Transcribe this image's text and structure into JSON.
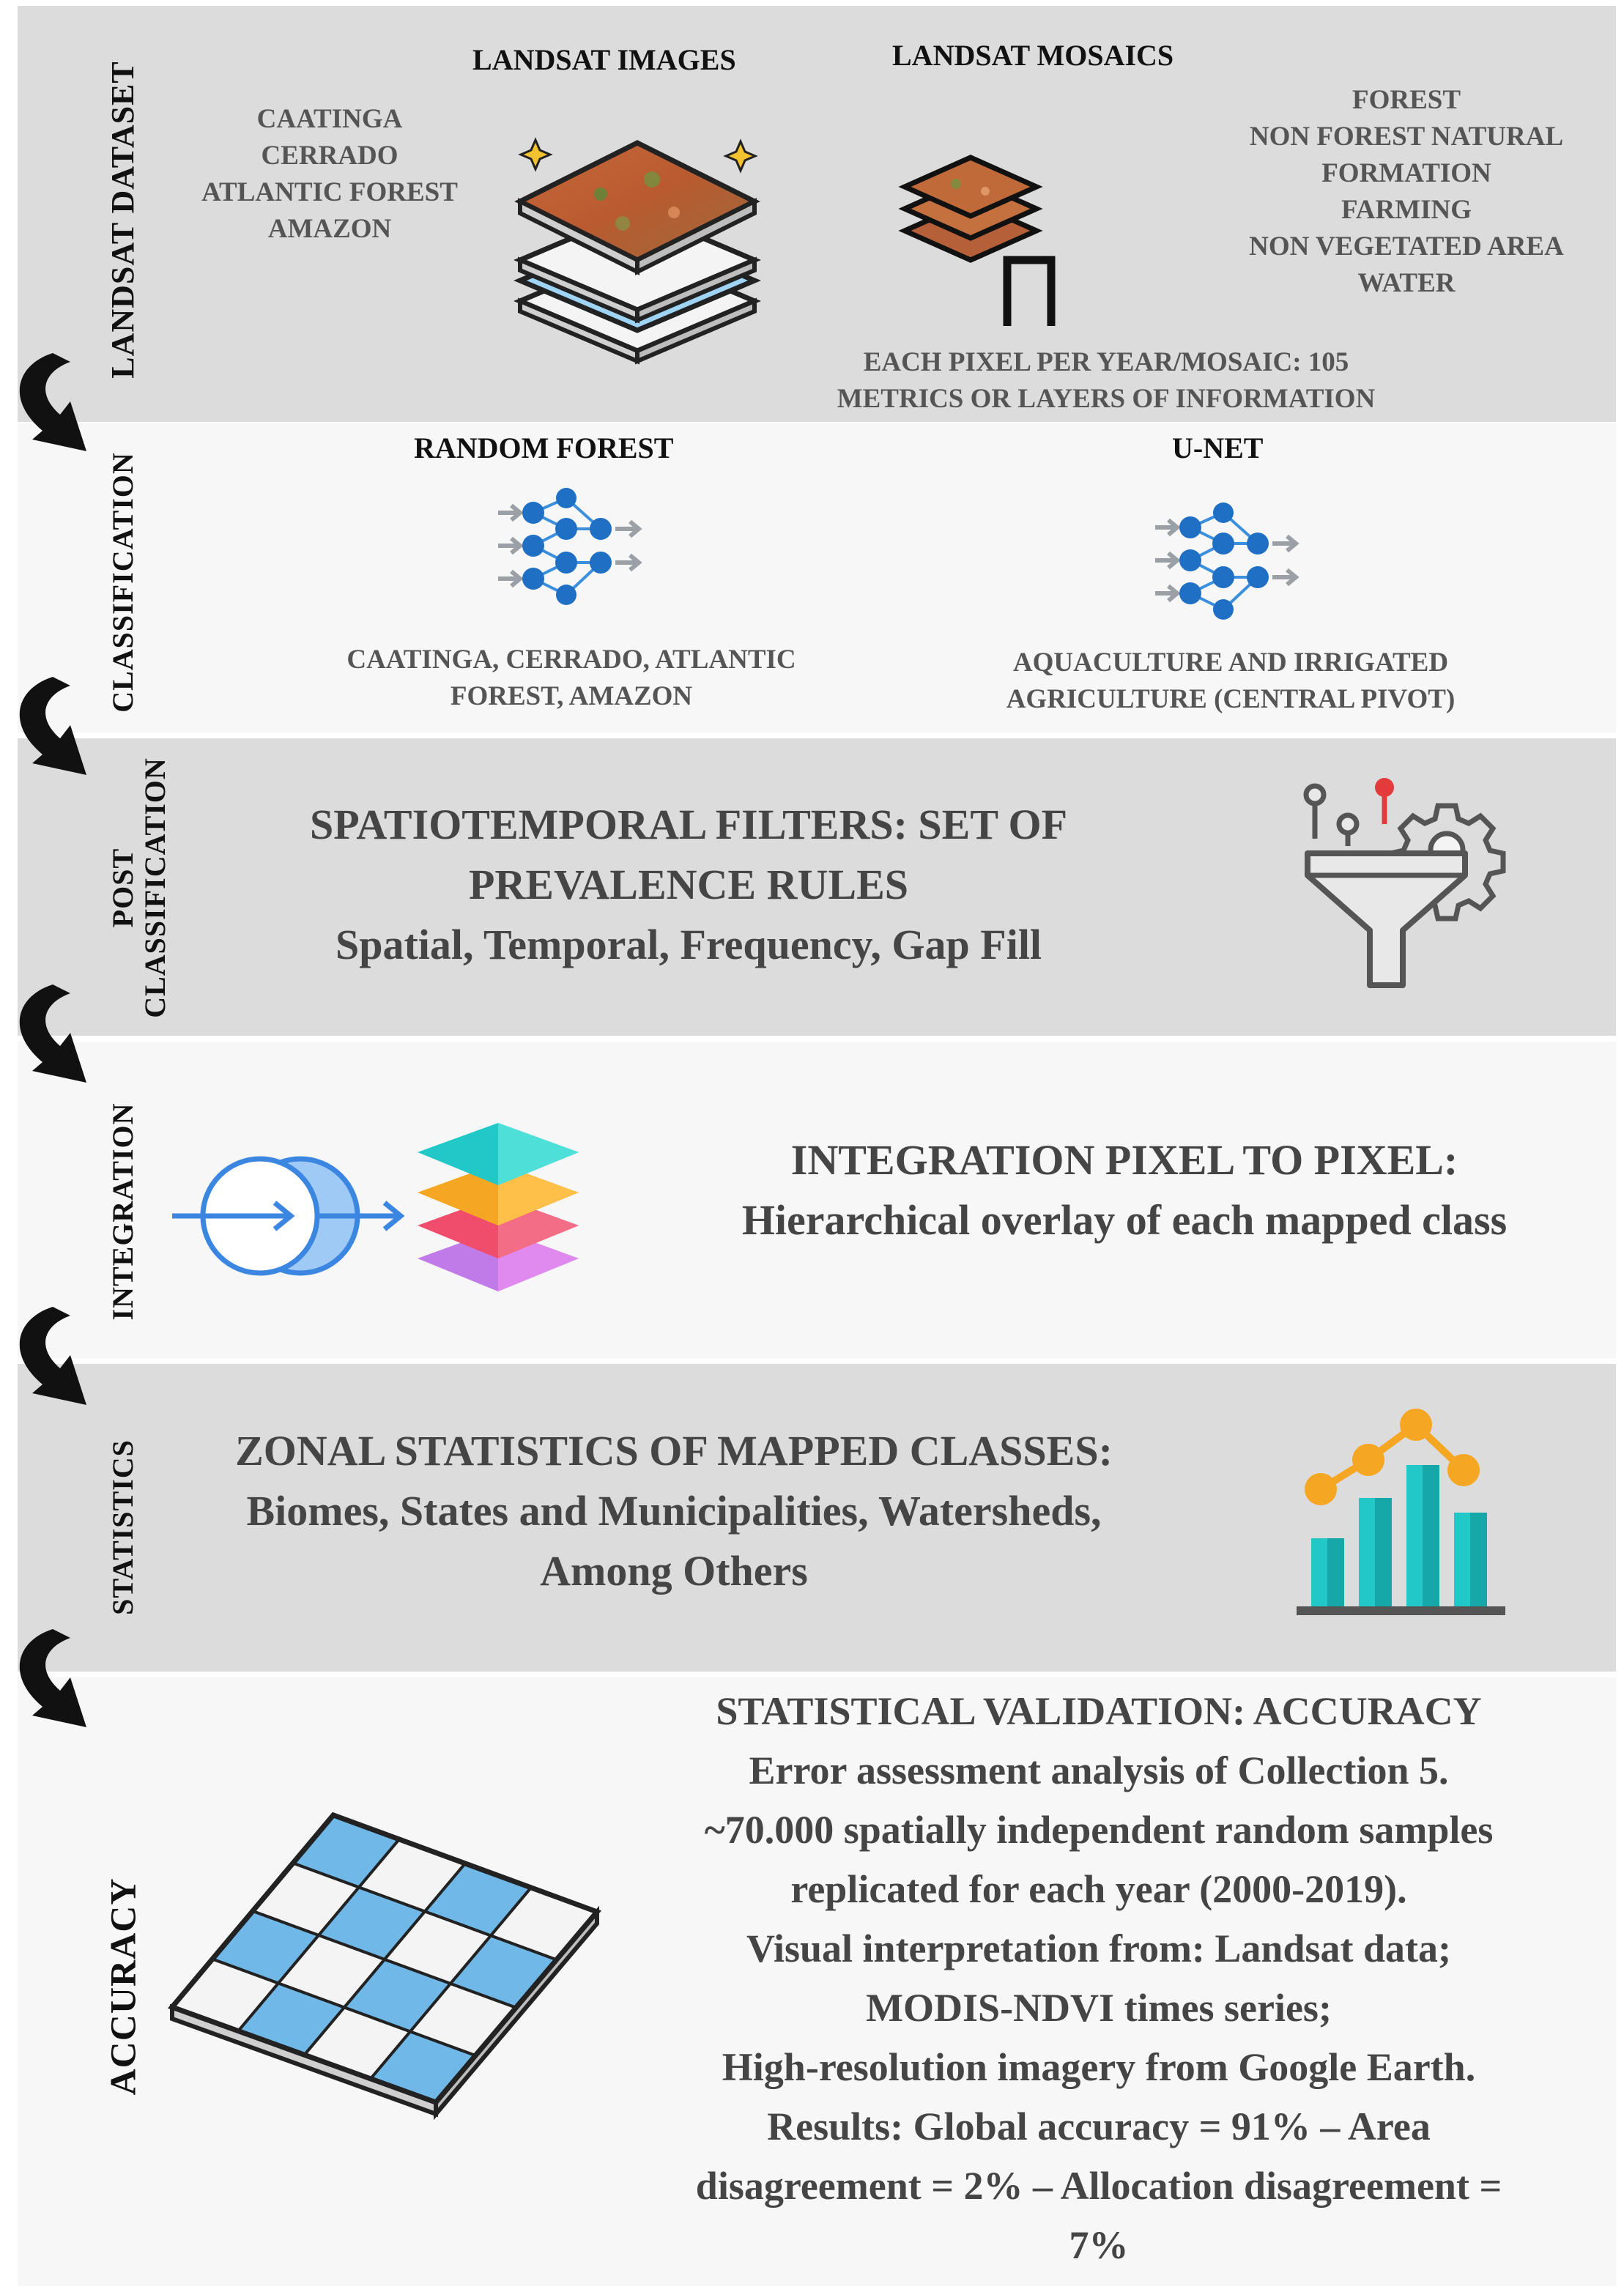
{
  "sections": {
    "landsat": {
      "label": "LANDSAT DATASET",
      "images_title": "LANDSAT IMAGES",
      "mosaics_title": "LANDSAT MOSAICS",
      "biomes": [
        "CAATINGA",
        "CERRADO",
        "ATLANTIC FOREST",
        "AMAZON"
      ],
      "classes": [
        "FOREST",
        "NON FOREST NATURAL",
        "FORMATION",
        "FARMING",
        "NON VEGETATED AREA",
        "WATER"
      ],
      "pixel_note": [
        "EACH PIXEL PER YEAR/MOSAIC: 105",
        "METRICS OR LAYERS OF INFORMATION"
      ]
    },
    "classification": {
      "label": "CLASSIFICATION",
      "rf_title": "RANDOM FOREST",
      "rf_desc": [
        "CAATINGA, CERRADO, ATLANTIC",
        "FOREST, AMAZON"
      ],
      "unet_title": "U-NET",
      "unet_desc": [
        "AQUACULTURE AND IRRIGATED",
        "AGRICULTURE (CENTRAL PIVOT)"
      ]
    },
    "post": {
      "label_1": "POST",
      "label_2": "CLASSIFICATION",
      "lines": [
        "SPATIOTEMPORAL FILTERS: SET OF",
        "PREVALENCE RULES",
        "Spatial, Temporal, Frequency, Gap Fill"
      ]
    },
    "integration": {
      "label": "INTEGRATION",
      "lines": [
        "INTEGRATION PIXEL TO PIXEL:",
        "Hierarchical overlay of each mapped class"
      ]
    },
    "statistics": {
      "label": "STATISTICS",
      "lines": [
        "ZONAL STATISTICS OF MAPPED CLASSES:",
        "Biomes, States and Municipalities, Watersheds,",
        "Among Others"
      ]
    },
    "accuracy": {
      "label": "ACCURACY",
      "lines": [
        "STATISTICAL VALIDATION: ACCURACY",
        "Error assessment analysis of Collection 5.",
        "~70.000 spatially independent random samples",
        "replicated for each year (2000-2019).",
        "Visual interpretation from: Landsat data;",
        "MODIS-NDVI times series;",
        "High-resolution imagery from Google Earth.",
        "Results: Global accuracy = 91% – Area",
        "disagreement = 2% – Allocation disagreement =",
        "7%"
      ]
    }
  },
  "colors": {
    "gray_band": "#dcdcdc",
    "light_band": "#f7f7f7",
    "node_blue": "#1f6fc4",
    "teal": "#22c7c7",
    "orange": "#f5a623",
    "pink": "#ef4d6b",
    "violet": "#c07be8",
    "grid_blue": "#6fb8e8"
  },
  "icons": [
    "satellite-image-stack-icon",
    "mosaic-grid-icon",
    "neural-network-icon",
    "filter-funnel-gear-icon",
    "merge-circles-icon",
    "layer-stack-icon",
    "bar-line-chart-icon",
    "checker-grid-icon",
    "curved-arrow-icon"
  ]
}
